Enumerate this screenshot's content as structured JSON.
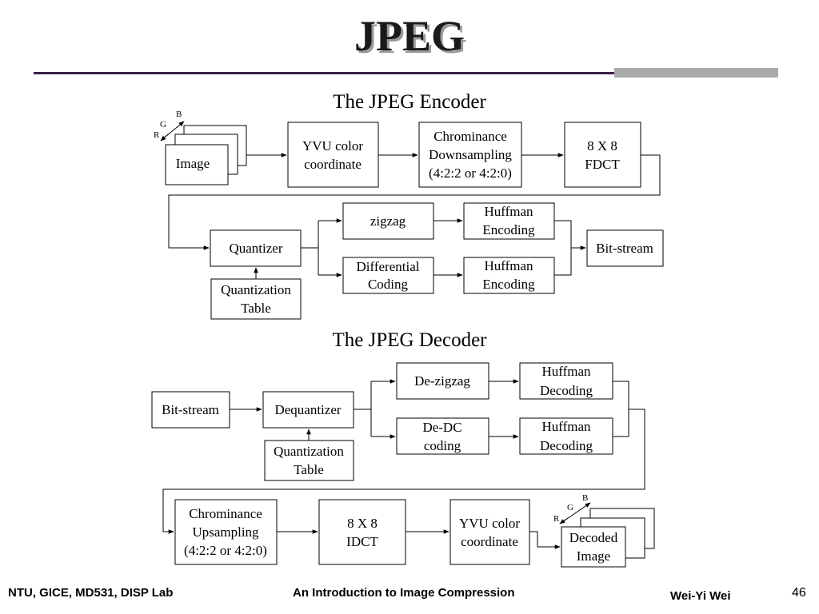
{
  "slide": {
    "title": "JPEG"
  },
  "encoder": {
    "heading": "The JPEG Encoder",
    "axes": {
      "r": "R",
      "g": "G",
      "b": "B"
    },
    "image": "Image",
    "yvu": [
      "YVU color",
      "coordinate"
    ],
    "chroma": [
      "Chrominance",
      "Downsampling",
      "(4:2:2 or 4:2:0)"
    ],
    "fdct": [
      "8 X 8",
      "FDCT"
    ],
    "quantizer": "Quantizer",
    "qtable": [
      "Quantization",
      "Table"
    ],
    "zigzag": "zigzag",
    "differential": [
      "Differential",
      "Coding"
    ],
    "huffman1": [
      "Huffman",
      "Encoding"
    ],
    "huffman2": [
      "Huffman",
      "Encoding"
    ],
    "bitstream": "Bit-stream"
  },
  "decoder": {
    "heading": "The JPEG Decoder",
    "bitstream": "Bit-stream",
    "dequantizer": "Dequantizer",
    "qtable": [
      "Quantization",
      "Table"
    ],
    "dezigzag": "De-zigzag",
    "dedc": [
      "De-DC",
      "coding"
    ],
    "huffman1": [
      "Huffman",
      "Decoding"
    ],
    "huffman2": [
      "Huffman",
      "Decoding"
    ],
    "chroma": [
      "Chrominance",
      "Upsampling",
      "(4:2:2 or 4:2:0)"
    ],
    "idct": [
      "8 X 8",
      "IDCT"
    ],
    "yvu": [
      "YVU color",
      "coordinate"
    ],
    "decoded": [
      "Decoded",
      "Image"
    ],
    "axes": {
      "r": "R",
      "g": "G",
      "b": "B"
    }
  },
  "footer": {
    "left": "NTU, GICE, MD531, DISP Lab",
    "center": "An Introduction to Image Compression",
    "author": "Wei-Yi Wei",
    "page": "46"
  }
}
